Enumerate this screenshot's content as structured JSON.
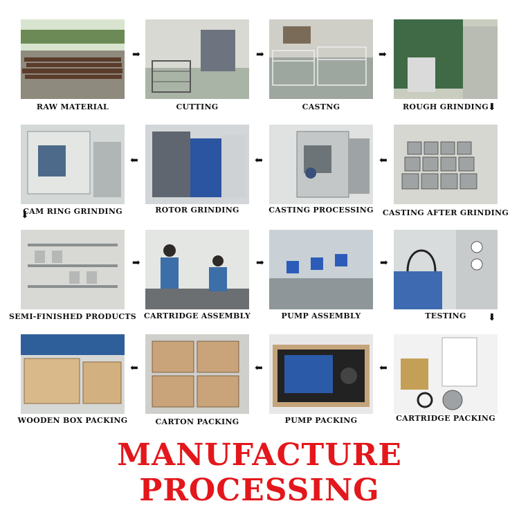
{
  "steps": [
    {
      "label": "RAW MATERIAL"
    },
    {
      "label": "CUTTING"
    },
    {
      "label": "CASTNG"
    },
    {
      "label": "ROUGH GRINDING"
    },
    {
      "label": "CASTING AFTER GRINDING"
    },
    {
      "label": "CASTING PROCESSING"
    },
    {
      "label": "ROTOR GRINDING"
    },
    {
      "label": "CAM RING GRINDING"
    },
    {
      "label": "SEMI-FINISHED PRODUCTS"
    },
    {
      "label": "CARTRIDGE ASSEMBLY"
    },
    {
      "label": "PUMP ASSEMBLY"
    },
    {
      "label": "TESTING"
    },
    {
      "label": "CARTRIDGE PACKING"
    },
    {
      "label": "PUMP PACKING"
    },
    {
      "label": "CARTON PACKING"
    },
    {
      "label": "WOODEN BOX PACKING"
    }
  ],
  "arrows": {
    "right": "➡",
    "left": "⬅",
    "down": "⬇"
  },
  "title": "MANUFACTURE PROCESSING",
  "colors": {
    "title": "#e3171c"
  }
}
